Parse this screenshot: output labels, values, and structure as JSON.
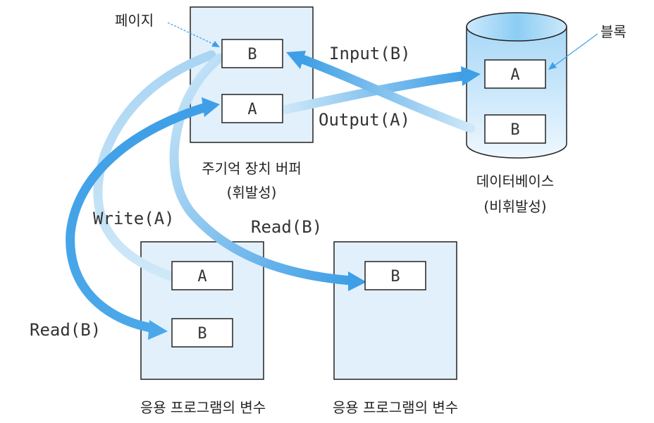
{
  "labels": {
    "page": "페이지",
    "block": "블록",
    "buffer_title": "주기억 장치 버퍼",
    "buffer_sub": "(휘발성)",
    "db_title": "데이터베이스",
    "db_sub": "(비휘발성)",
    "prog_var_left": "응용 프로그램의 변수",
    "prog_var_right": "응용 프로그램의 변수"
  },
  "operations": {
    "input_b": "Input(B)",
    "output_a": "Output(A)",
    "write_a": "Write(A)",
    "read_b_right": "Read(B)",
    "read_b_left": "Read(B)"
  },
  "cells": {
    "buffer_b": "B",
    "buffer_a": "A",
    "db_a": "A",
    "db_b": "B",
    "prog1_a": "A",
    "prog1_b": "B",
    "prog2_b": "B"
  },
  "colors": {
    "panel_fill": "#e2f0fb",
    "border": "#222222",
    "arrow_strong": "#4aa8ea",
    "arrow_light": "#bfe0f6",
    "db_top": "#9fd3f5",
    "db_bottom": "#e9f5fd"
  }
}
